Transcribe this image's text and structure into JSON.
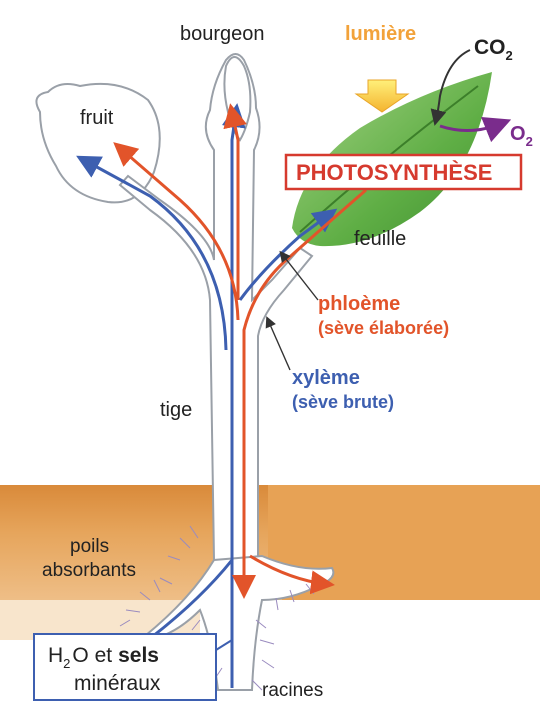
{
  "labels": {
    "bud": "bourgeon",
    "light": "lumière",
    "co2": {
      "base": "CO",
      "sub": "2"
    },
    "o2": {
      "base": "O",
      "sub": "2"
    },
    "fruit": "fruit",
    "photosynthesis": "PHOTOSYNTHÈSE",
    "leaf": "feuille",
    "phloem": "phloème",
    "phloem_sap": "(sève élaborée)",
    "xylem": "xylème",
    "xylem_sap": "(sève brute)",
    "stem": "tige",
    "root_hairs_line1": "poils",
    "root_hairs_line2": "absorbants",
    "water_minerals": {
      "h": "H",
      "sub": "2",
      "o_et": "O et",
      "sels": "sels",
      "line2": "minéraux"
    },
    "roots": "racines"
  },
  "colors": {
    "phloem": "#e2542a",
    "xylem": "#3d5fb0",
    "light": "#f2a23a",
    "leaf": "#63b04a",
    "o2": "#7a2c8c",
    "soil": "#e09a4c",
    "photosynthesis_border": "#d63a2e",
    "photosynthesis_text": "#d63a2e",
    "plant_outline": "#9aa0a8"
  }
}
